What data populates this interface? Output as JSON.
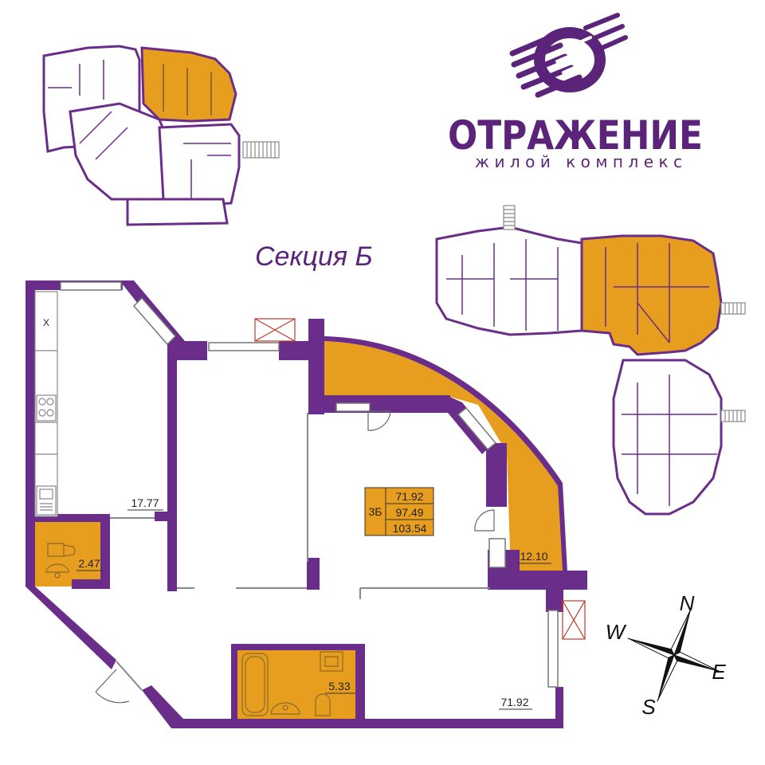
{
  "brand": {
    "name": "ОТРАЖЕНИЕ",
    "subtitle": "жилой комплекс",
    "color": "#5b2379"
  },
  "section_title": "Секция Б",
  "colors": {
    "wall": "#6b2d8a",
    "highlight": "#e79e1f",
    "line": "#777777"
  },
  "apartment": {
    "code": "3Б",
    "living_area": "71.92",
    "total_area": "97.49",
    "area_with_balcony": "103.54"
  },
  "rooms": {
    "kitchen": "17.77",
    "wc": "2.47",
    "balcony": "12.10",
    "bathroom": "5.33",
    "living": "71.92"
  },
  "kitchen_mark": "X",
  "compass": {
    "n": "N",
    "s": "S",
    "e": "E",
    "w": "W"
  }
}
